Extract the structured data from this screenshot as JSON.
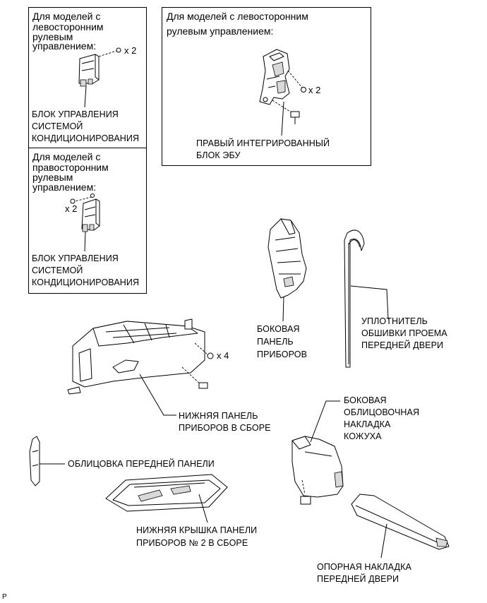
{
  "boxes": {
    "lhd_ac": {
      "header": [
        "Для моделей с",
        "левосторонним",
        "рулевым",
        "управлением:"
      ],
      "qty": "x 2",
      "label": [
        "БЛОК УПРАВЛЕНИЯ",
        "СИСТЕМОЙ",
        "КОНДИЦИОНИРОВАНИЯ"
      ]
    },
    "rhd_ac": {
      "header": [
        "Для моделей с",
        "правосторонним",
        "рулевым",
        "управлением:"
      ],
      "qty": "x 2",
      "label": [
        "БЛОК УПРАВЛЕНИЯ",
        "СИСТЕМОЙ",
        "КОНДИЦИОНИРОВАНИЯ"
      ]
    },
    "lhd_ecu": {
      "header": [
        "Для моделей с левосторонним",
        "рулевым управлением:"
      ],
      "qty": "x 2",
      "label": [
        "ПРАВЫЙ ИНТЕГРИРОВАННЫЙ",
        "БЛОК ЭБУ"
      ]
    }
  },
  "parts": {
    "side_panel": [
      "БОКОВАЯ",
      "ПАНЕЛЬ",
      "ПРИБОРОВ"
    ],
    "weatherstrip": [
      "УПЛОТНИТЕЛЬ",
      "ОБШИВКИ ПРОЕМА",
      "ПЕРЕДНЕЙ ДВЕРИ"
    ],
    "lower_panel": [
      "НИЖНЯЯ ПАНЕЛЬ",
      "ПРИБОРОВ В СБОРЕ"
    ],
    "lower_panel_qty": "x 4",
    "front_trim": [
      "ОБЛИЦОВКА ПЕРЕДНЕЙ ПАНЕЛИ"
    ],
    "cowl_side": [
      "БОКОВАЯ",
      "ОБЛИЦОВОЧНАЯ",
      "НАКЛАДКА",
      "КОЖУХА"
    ],
    "lower_cover": [
      "НИЖНЯЯ КРЫШКА ПАНЕЛИ",
      "ПРИБОРОВ № 2 В СБОРЕ"
    ],
    "scuff_plate": [
      "ОПОРНАЯ НАКЛАДКА",
      "ПЕРЕДНЕЙ ДВЕРИ"
    ]
  },
  "footer_code": "P"
}
